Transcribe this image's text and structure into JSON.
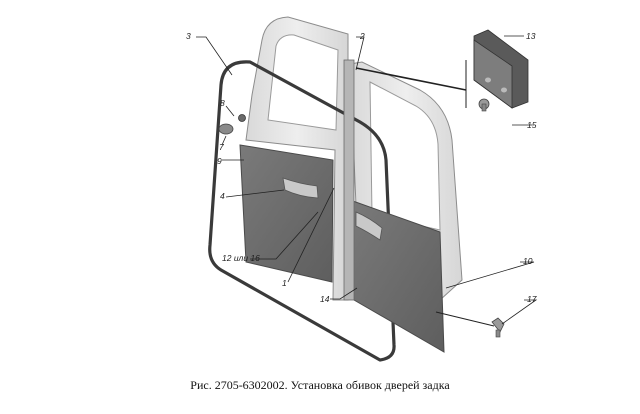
{
  "callouts": {
    "c1": "1",
    "c2": "2",
    "c3": "3",
    "c4": "4",
    "c7": "7",
    "c8": "8",
    "c9": "9",
    "c10": "10",
    "c12_16": "12 или 16",
    "c13": "13",
    "c14": "14",
    "c15": "15",
    "c17": "17"
  },
  "caption": "Рис. 2705-6302002. Установка обивок дверей задка",
  "colors": {
    "door_body": "#e6e6e6",
    "door_edge": "#8c8c8c",
    "trim_panel": "#6e6e6e",
    "seal": "#3a3a3a",
    "leader": "#222222"
  }
}
